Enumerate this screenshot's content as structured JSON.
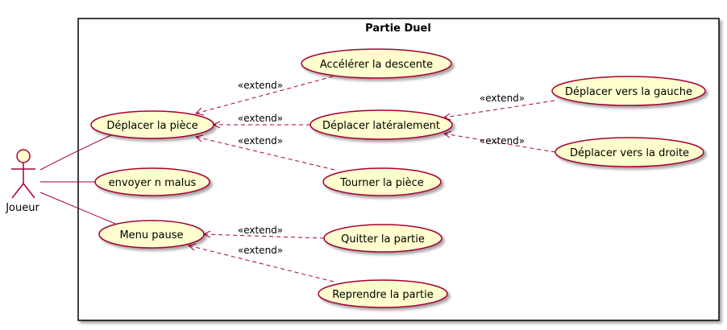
{
  "system": {
    "title": "Partie Duel"
  },
  "actor": {
    "name": "Joueur"
  },
  "use_cases": {
    "deplacer": "Déplacer la pièce",
    "envoyer": "envoyer n malus",
    "menu": "Menu pause",
    "accelerer": "Accélérer la descente",
    "lateral": "Déplacer latéralement",
    "tourner": "Tourner la pièce",
    "quitter": "Quitter la partie",
    "reprendre": "Reprendre la partie",
    "gauche": "Déplacer vers la gauche",
    "droite": "Déplacer vers la droite"
  },
  "relation_label": "«extend»",
  "colors": {
    "usecase_fill": "#fefece",
    "usecase_border": "#a80036",
    "arrow": "#a80036"
  }
}
